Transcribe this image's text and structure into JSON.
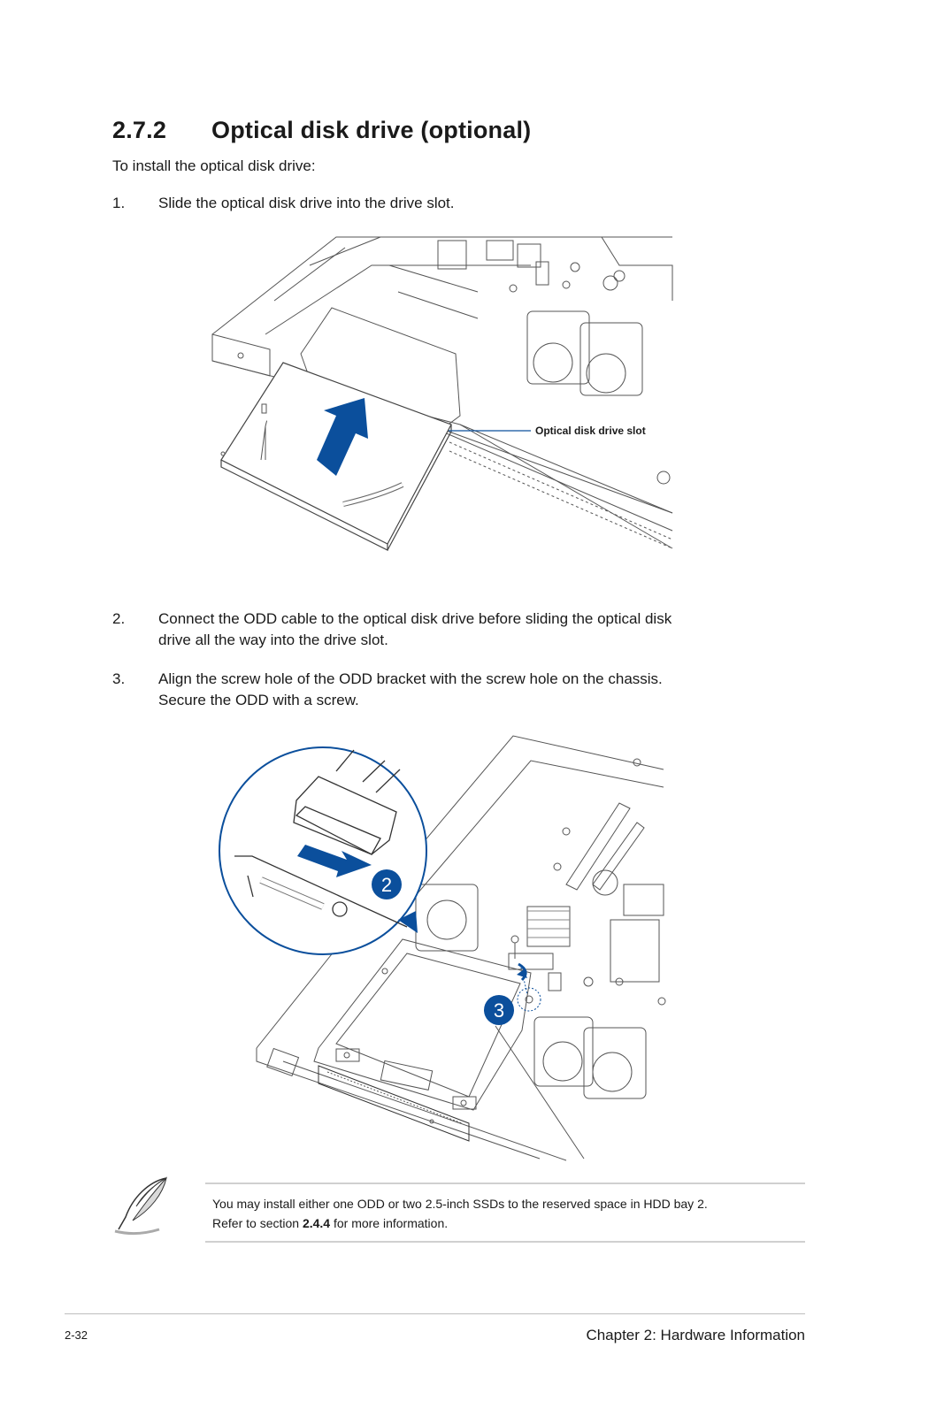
{
  "section": {
    "number": "2.7.2",
    "title": "Optical disk drive (optional)",
    "intro": "To install the optical disk drive:"
  },
  "steps": [
    {
      "n": "1.",
      "text": "Slide the optical disk drive into the drive slot."
    },
    {
      "n": "2.",
      "line1": "Connect the ODD cable to the optical disk drive before sliding the optical disk",
      "line2": "drive all the way into the drive slot."
    },
    {
      "n": "3.",
      "line1": "Align the screw hole of the ODD bracket with the screw hole on the chassis.",
      "line2": "Secure the ODD with a screw."
    }
  ],
  "figure1": {
    "callout": "Optical disk drive slot"
  },
  "figure2": {
    "marker_a": "2",
    "marker_b": "3"
  },
  "note": {
    "line1": "You may install either one ODD or two 2.5-inch SSDs to the reserved space in HDD bay 2.",
    "line2_prefix": "Refer to section ",
    "line2_ref": "2.4.4",
    "line2_suffix": " for more information.",
    "icon": "feather-pen-icon"
  },
  "footer": {
    "page": "2-32",
    "chapter": "Chapter 2: Hardware Information"
  },
  "colors": {
    "accent": "#0b4f9c",
    "line": "#555555"
  }
}
